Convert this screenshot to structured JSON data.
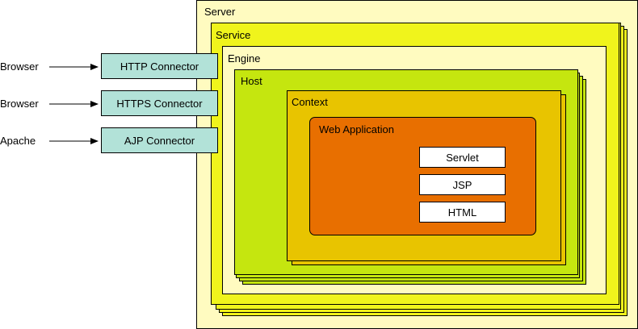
{
  "server": {
    "label": "Server"
  },
  "service": {
    "label": "Service"
  },
  "engine": {
    "label": "Engine"
  },
  "host": {
    "label": "Host"
  },
  "context": {
    "label": "Context"
  },
  "web_application": {
    "label": "Web Application",
    "components": [
      "Servlet",
      "JSP",
      "HTML"
    ]
  },
  "connectors": [
    {
      "client": "Browser",
      "label": "HTTP Connector"
    },
    {
      "client": "Browser",
      "label": "HTTPS Connector"
    },
    {
      "client": "Apache",
      "label": "AJP Connector"
    }
  ],
  "colors": {
    "server": "#fffbc0",
    "service": "#f0f41c",
    "engine": "#fffbc0",
    "host": "#c5e60f",
    "context": "#e8c400",
    "web_application": "#e86f00",
    "connector": "#b2e2d8"
  }
}
